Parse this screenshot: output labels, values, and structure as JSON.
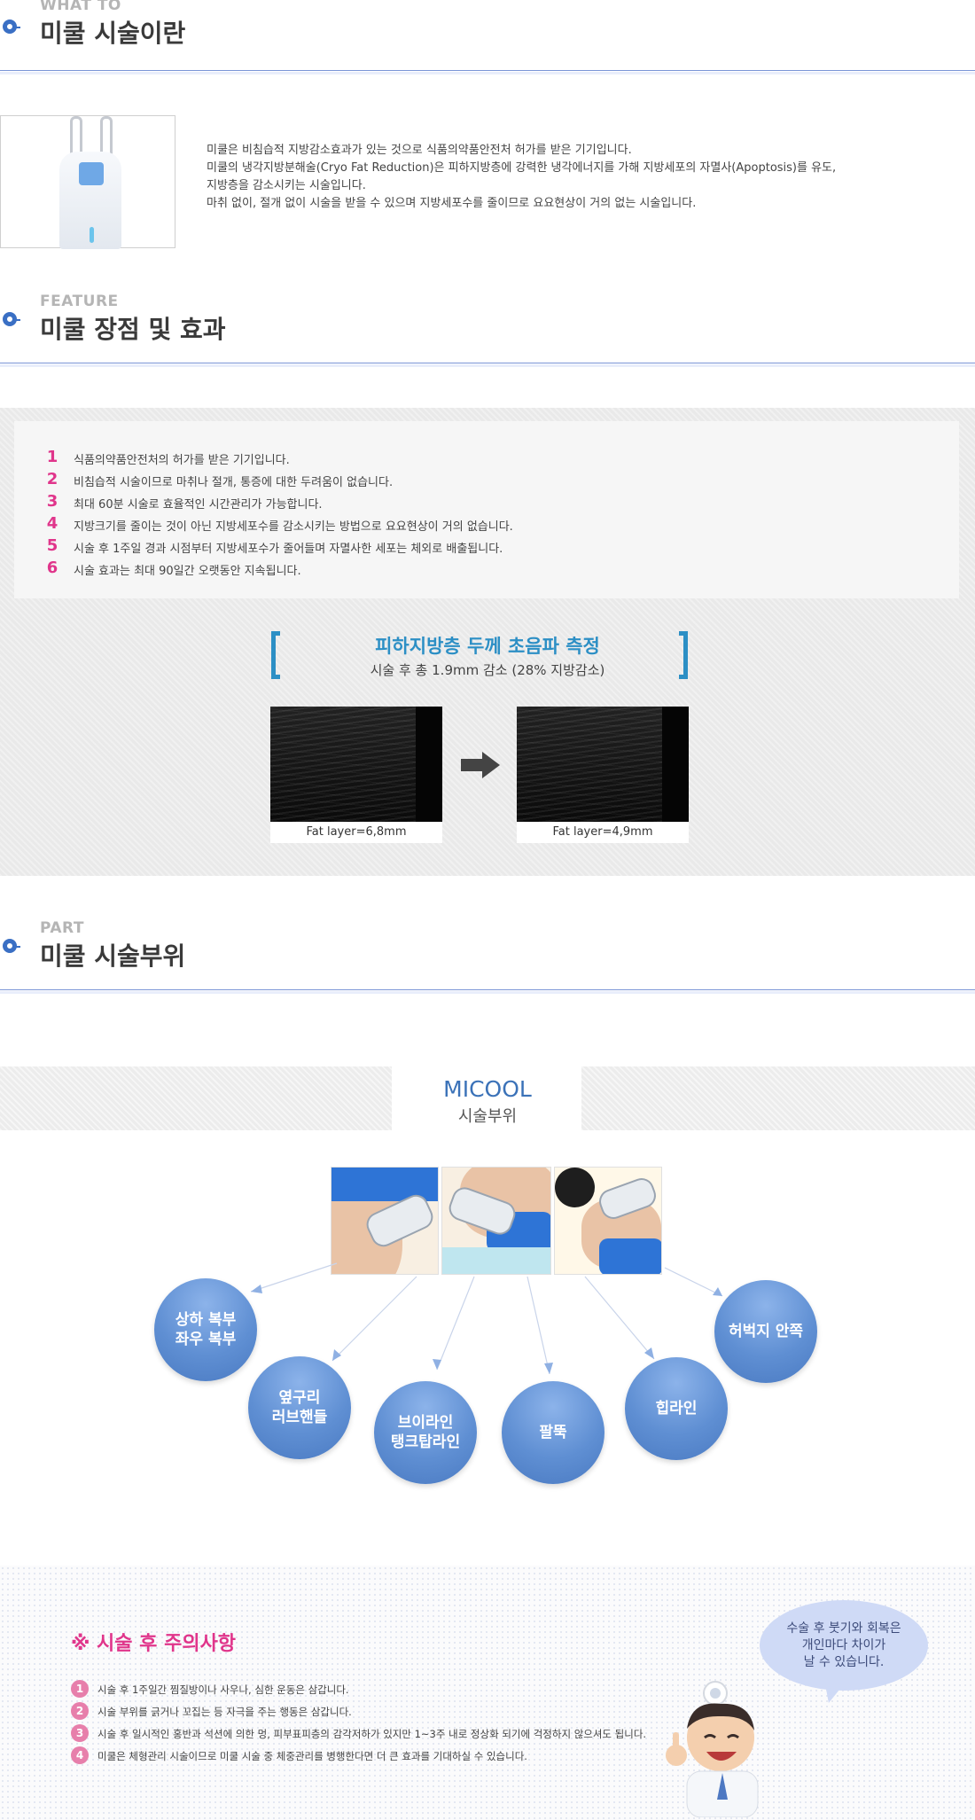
{
  "what": {
    "eng": "WHAT TO",
    "kor": "미쿨 시술이란",
    "desc": [
      "미쿨은 비침습적 지방감소효과가 있는 것으로 식품의약품안전처 허가를 받은 기기입니다.",
      "미쿨의 냉각지방분해술(Cryo Fat Reduction)은 피하지방층에 강력한 냉각에너지를 가해 지방세포의 자멸사(Apoptosis)를 유도,",
      "지방층을 감소시키는 시술입니다.",
      "마취 없이, 절개 없이 시술을 받을 수 있으며 지방세포수를 줄이므로 요요현상이 거의 없는 시술입니다."
    ]
  },
  "feature": {
    "eng": "FEATURE",
    "kor": "미쿨 장점 및 효과",
    "items": [
      {
        "num": "1",
        "text": "식품의약품안전처의 허가를 받은 기기입니다."
      },
      {
        "num": "2",
        "text": "비침습적 시술이므로 마취나 절개, 통증에 대한 두려움이 없습니다."
      },
      {
        "num": "3",
        "text": "최대 60분 시술로 효율적인 시간관리가 가능합니다."
      },
      {
        "num": "4",
        "text": "지방크기를 줄이는 것이 아닌 지방세포수를 감소시키는 방법으로 요요현상이 거의 없습니다."
      },
      {
        "num": "5",
        "text": "시술 후 1주일 경과 시점부터 지방세포수가 줄어들며 자멸사한 세포는 체외로 배출됩니다."
      },
      {
        "num": "6",
        "text": "시술 효과는 최대 90일간 오랫동안 지속됩니다."
      }
    ],
    "ultrasound": {
      "title": "피하지방층 두께 초음파 측정",
      "subtitle": "시술 후 총 1.9mm 감소 (28% 지방감소)",
      "before_caption": "Fat layer=6,8mm",
      "after_caption": "Fat layer=4,9mm"
    }
  },
  "part": {
    "eng": "PART",
    "kor": "미쿨 시술부위",
    "brand": "MICOOL",
    "brand_sub": "시술부위",
    "areas": [
      {
        "line1": "상하 복부",
        "line2": "좌우 복부"
      },
      {
        "line1": "옆구리",
        "line2": "러브핸들"
      },
      {
        "line1": "브이라인",
        "line2": "탱크탑라인"
      },
      {
        "line1": "팔뚝",
        "line2": ""
      },
      {
        "line1": "힙라인",
        "line2": ""
      },
      {
        "line1": "허벅지 안쪽",
        "line2": ""
      }
    ]
  },
  "caution": {
    "title": "※ 시술 후 주의사항",
    "items": [
      {
        "num": "1",
        "text": "시술 후 1주일간 찜질방이나 사우나, 심한 운동은 삼갑니다."
      },
      {
        "num": "2",
        "text": "시술 부위를 긁거나 꼬집는 등 자극을 주는 행동은 삼갑니다."
      },
      {
        "num": "3",
        "text": "시술 후 일시적인 홍반과 석션에 의한 멍, 피부표피층의 감각저하가 있지만 1~3주 내로 정상화 되기에 걱정하지 않으셔도 됩니다."
      },
      {
        "num": "4",
        "text": "미쿨은 체형관리 시술이므로 미쿨 시술 중 체중관리를 병행한다면 더 큰 효과를 기대하실 수 있습니다."
      }
    ],
    "bubble": [
      "수술 후 붓기와 회복은",
      "개인마다 차이가",
      "날 수 있습니다."
    ]
  }
}
